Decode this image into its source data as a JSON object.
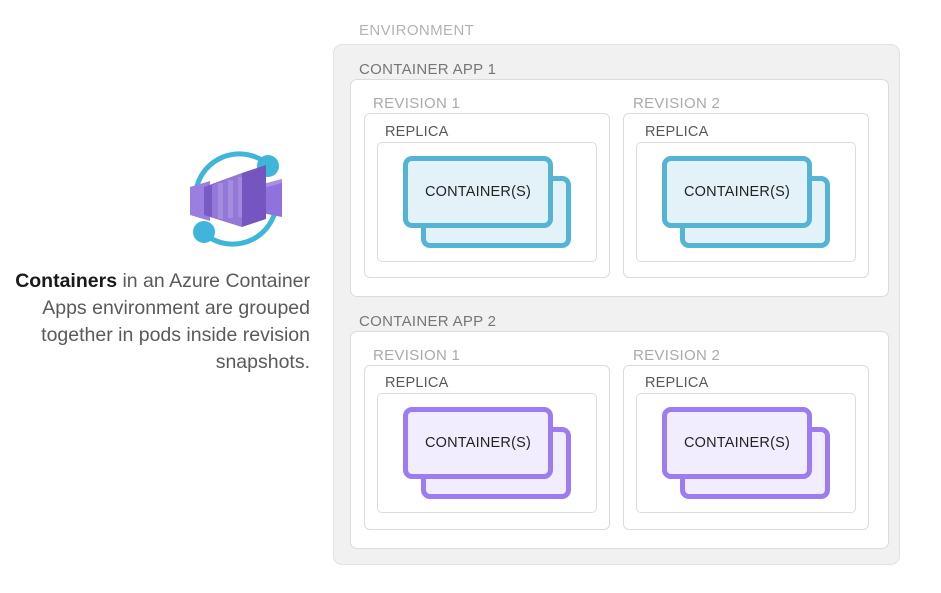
{
  "caption": {
    "bold_word": "Containers",
    "rest": " in an Azure Container Apps environment are grouped together in pods inside revision snapshots."
  },
  "icon": {
    "name": "azure-container-apps-icon",
    "box_color": "#8661c5",
    "box_color_light": "#a98fe0",
    "ring_color": "#3fb6d9"
  },
  "environment": {
    "label": "ENVIRONMENT",
    "background": "#f1f1f1",
    "border": "#e2e2e2",
    "label_color": "#b3b3b3",
    "apps": [
      {
        "label": "CONTAINER APP 1",
        "accent": "blue",
        "border_color": "#53b4d3",
        "fill_color": "#e2f2f8",
        "revisions": [
          {
            "label": "REVISION 1",
            "replica": {
              "label": "REPLICA",
              "container_label": "CONTAINER(S)"
            }
          },
          {
            "label": "REVISION 2",
            "replica": {
              "label": "REPLICA",
              "container_label": "CONTAINER(S)"
            }
          }
        ]
      },
      {
        "label": "CONTAINER APP 2",
        "accent": "purple",
        "border_color": "#9c7cf0",
        "fill_color": "#f2edfe",
        "revisions": [
          {
            "label": "REVISION 1",
            "replica": {
              "label": "REPLICA",
              "container_label": "CONTAINER(S)"
            }
          },
          {
            "label": "REVISION 2",
            "replica": {
              "label": "REPLICA",
              "container_label": "CONTAINER(S)"
            }
          }
        ]
      }
    ]
  }
}
